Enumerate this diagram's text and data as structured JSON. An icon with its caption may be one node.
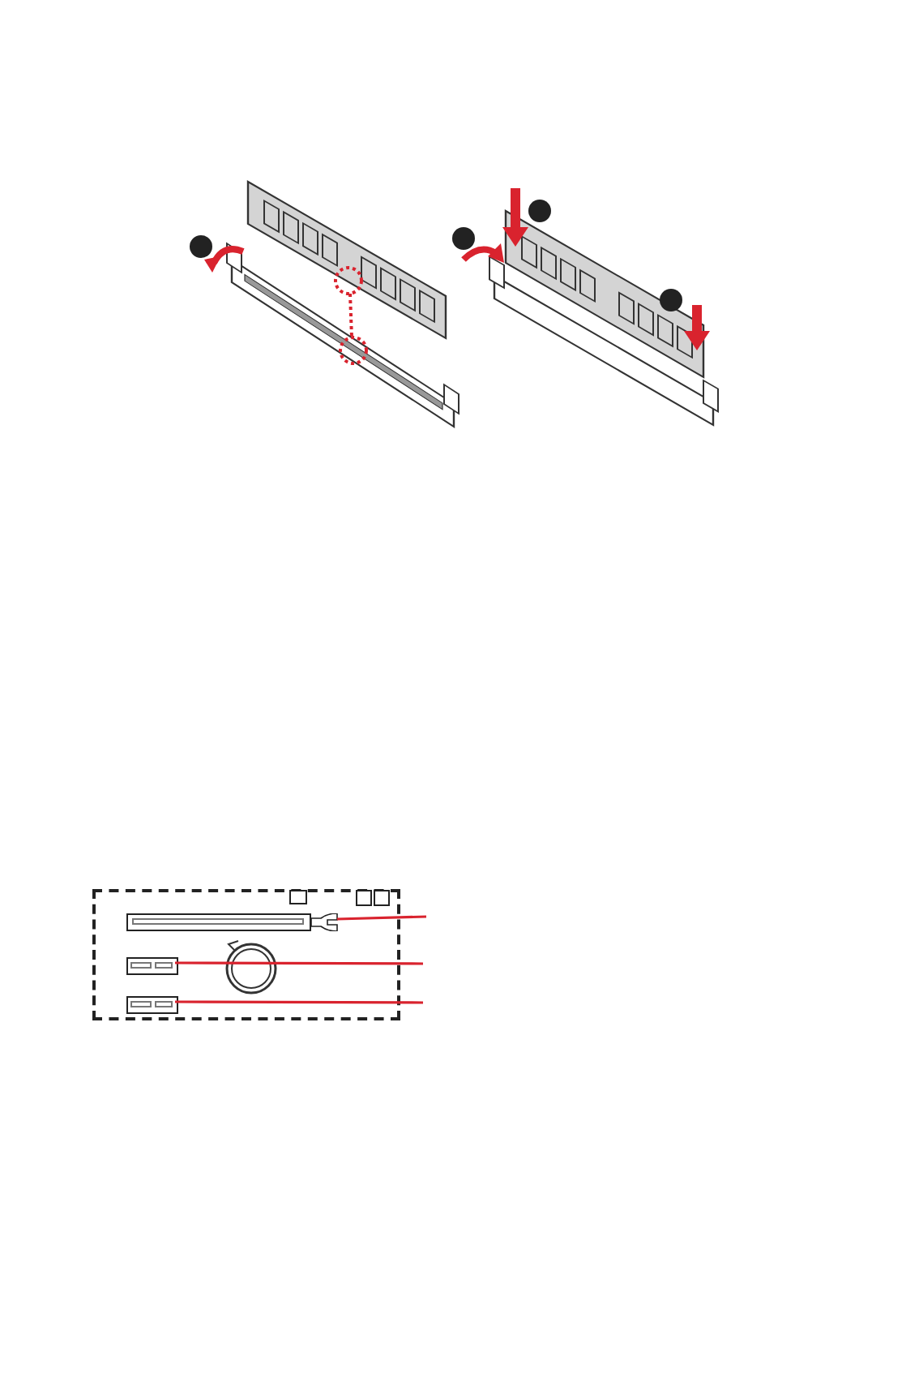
{
  "diagram": {
    "nodes": [
      {
        "text": [],
        "shape": "box"
      },
      {
        "text": [],
        "shape": "bar",
        "in": 0
      },
      {
        "text": [],
        "shape": "bar",
        "in": 0
      },
      {
        "text": [],
        "shape": "bar",
        "in": 0
      }
    ],
    "edges": [
      {
        "from": null,
        "to": 1,
        "arrow": "none"
      },
      {
        "from": null,
        "to": 2,
        "arrow": "none"
      },
      {
        "from": null,
        "to": 3,
        "arrow": "none"
      }
    ]
  }
}
